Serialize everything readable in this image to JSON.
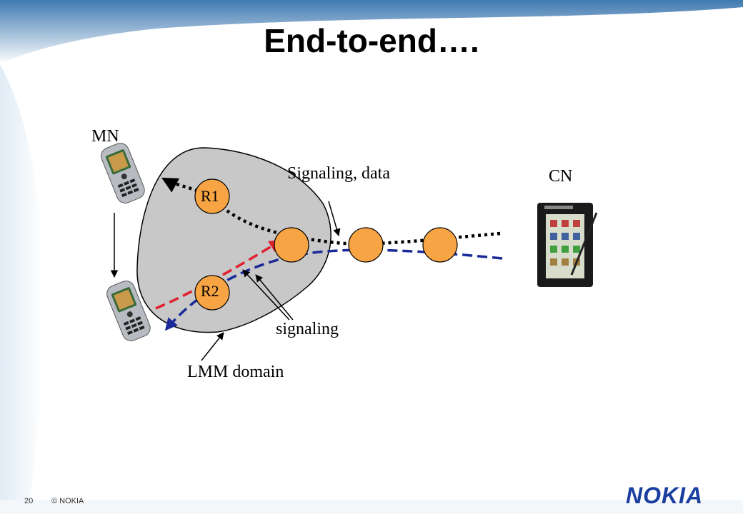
{
  "slide": {
    "title": "End-to-end….",
    "page_number": "20",
    "copyright": "© NOKIA",
    "brand": "NOKIA"
  },
  "diagram": {
    "labels": {
      "mn": "MN",
      "cn": "CN",
      "signaling_data": "Signaling, data",
      "signaling": "signaling",
      "lmm_domain": "LMM domain"
    },
    "routers": {
      "r1": "R1",
      "r2": "R2"
    },
    "icons": {
      "mobile_node": "mobile-phone-icon",
      "correspondent_node": "pda-icon"
    },
    "colors": {
      "router_fill": "#f7a444",
      "domain_fill": "#c8c8c8",
      "old_path": "#000000",
      "new_signaling": "#e02030",
      "new_data": "#1a2a9a",
      "brand": "#1a3fa0"
    }
  }
}
